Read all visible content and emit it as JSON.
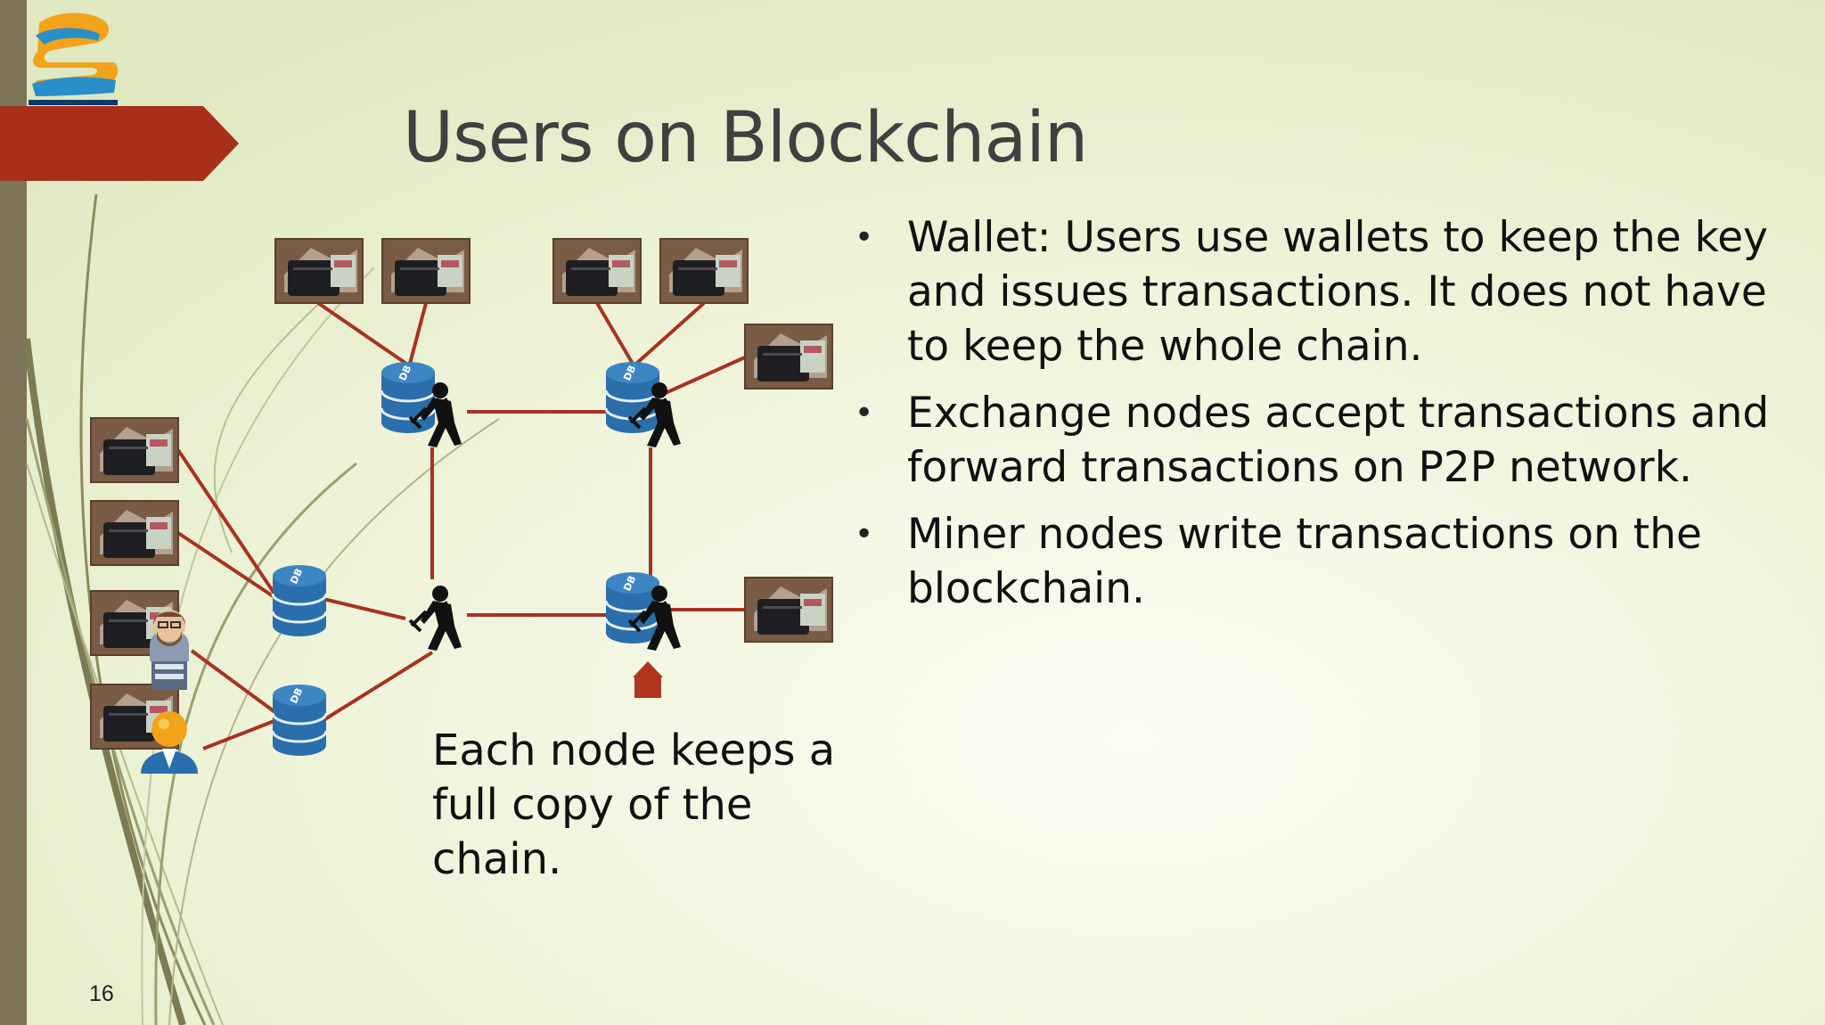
{
  "slide": {
    "title": "Users on Blockchain",
    "bullets": [
      "Wallet: Users use wallets to keep the key and issues transactions. It does not have to keep the whole chain.",
      "Exchange nodes accept transactions and forward transactions on P2P network.",
      "Miner nodes write transactions on the blockchain."
    ],
    "caption": "Each node keeps a full copy of the chain.",
    "page_number": "16",
    "db_label": "DB"
  },
  "colors": {
    "accent": "#a8301a",
    "connector": "#a83220",
    "db_blue": "#2a6fab",
    "sidebar": "#7d7358",
    "background": "#eef2dc"
  },
  "icons": [
    "logo-icon",
    "wallet-icon",
    "database-icon",
    "miner-icon",
    "developer-avatar-icon",
    "user-avatar-icon",
    "arrow-up-icon"
  ]
}
